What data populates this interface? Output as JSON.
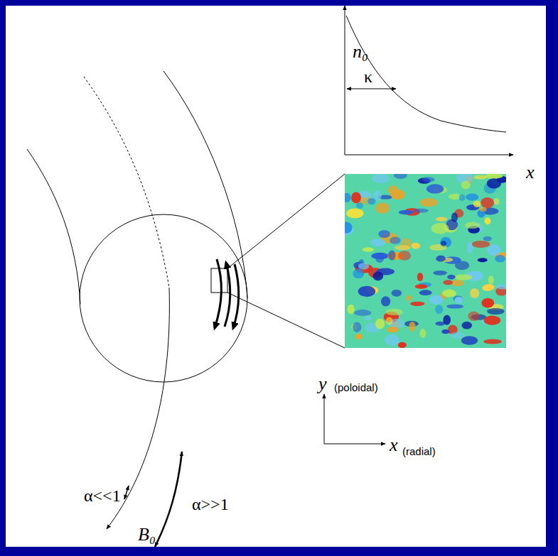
{
  "diagram": {
    "labels": [
      "n₀",
      "κ",
      "x",
      "y",
      "(poloidal)",
      "x",
      "(radial)",
      "α<<1",
      "α>>1",
      "B₀"
    ]
  }
}
